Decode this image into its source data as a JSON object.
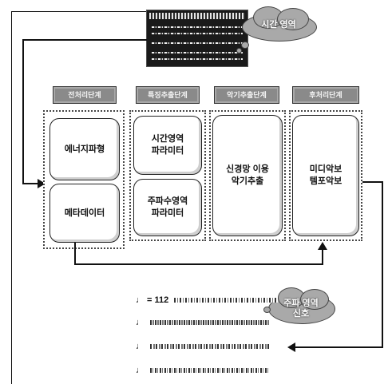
{
  "waveform_title": "",
  "clouds": {
    "time_domain": "시간 영역",
    "freq_domain": "주파 영역\n신호"
  },
  "columns": [
    {
      "header": "전처리단계"
    },
    {
      "header": "특징추출단계"
    },
    {
      "header": "악기추출단계"
    },
    {
      "header": "후처리단계"
    }
  ],
  "boxes": {
    "energy": "에너지파형",
    "metadata": "메타데이터",
    "time_params": "시간영역\n파라미터",
    "freq_params": "주파수영역\n파라미터",
    "instrument": "신경망 이용\n악기추출",
    "onset": "미디악보\n템포악보"
  },
  "score_lines": [
    "♩ = 112",
    "",
    "",
    ""
  ]
}
